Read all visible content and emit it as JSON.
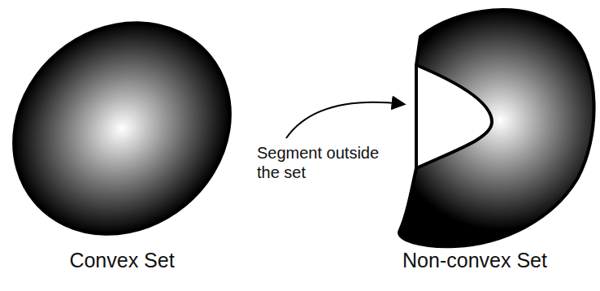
{
  "diagram": {
    "labels": [
      "Convex Set",
      "Non-convex Set",
      "Segment outside the set"
    ]
  }
}
